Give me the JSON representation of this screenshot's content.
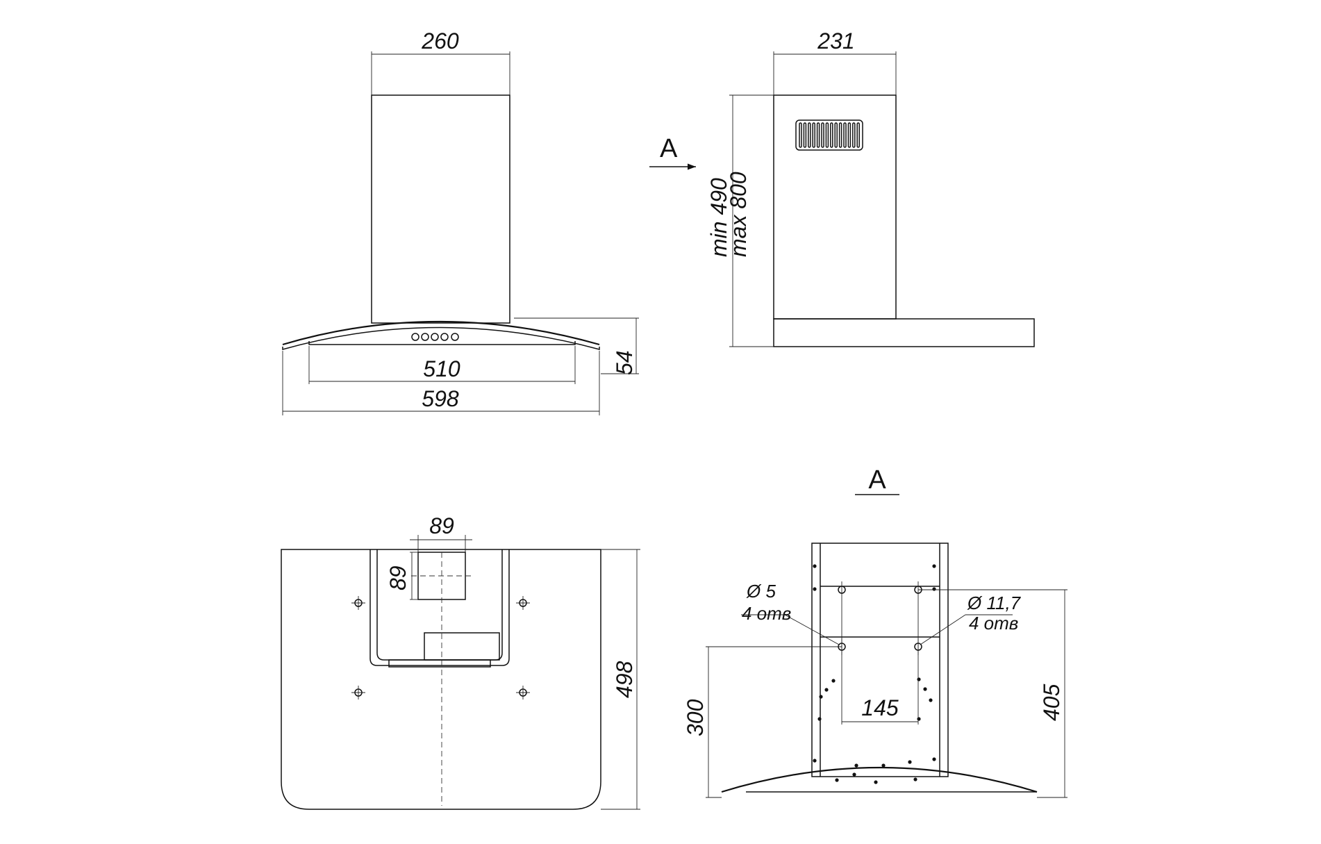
{
  "front_view": {
    "dim_top_width": "260",
    "dim_inner_width": "510",
    "dim_total_width": "598",
    "dim_canopy_height": "54"
  },
  "side_view": {
    "dim_top_width": "231",
    "dim_height_min": "min 490",
    "dim_height_max": "max 800",
    "view_marker": "A"
  },
  "top_view": {
    "dim_outlet_width": "89",
    "dim_outlet_depth": "89",
    "dim_total_depth": "498"
  },
  "view_a": {
    "title": "A",
    "hole_small_diameter": "Ø 5",
    "hole_small_count": "4 отв",
    "hole_large_diameter": "Ø 11,7",
    "hole_large_count": "4 отв",
    "dim_hole_spacing": "145",
    "dim_lower_height": "300",
    "dim_upper_height": "405"
  }
}
